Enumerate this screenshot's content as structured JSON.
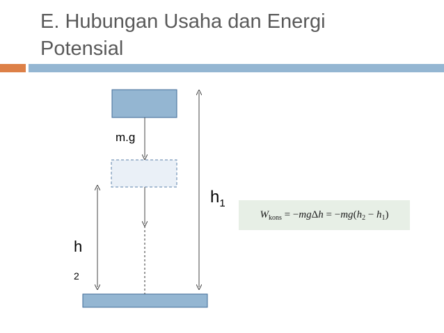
{
  "slide": {
    "title_line1": "E. Hubungan Usaha dan Energi",
    "title_line2": "Potensial"
  },
  "diagram": {
    "force_label": "m.g",
    "h1_label": "h",
    "h1_sub": "1",
    "h2_label": "h",
    "h2_sub": "2"
  },
  "formula": {
    "W": "W",
    "W_sub": "kons",
    "eq1": " = −",
    "mg1": "mg",
    "delta": "Δ",
    "h": "h",
    "eq2": " = −",
    "mg2": "mg",
    "open": "(",
    "h2": "h",
    "h2_sub": "2",
    "minus": " − ",
    "h1": "h",
    "h1_sub": "1",
    "close": ")"
  },
  "colors": {
    "title": "#595959",
    "accent_orange": "#dd8047",
    "accent_blue": "#94b6d2",
    "block_fill": "#94b6d2",
    "ghost_fill": "#eaf0f7",
    "formula_bg": "#e7efe6"
  }
}
